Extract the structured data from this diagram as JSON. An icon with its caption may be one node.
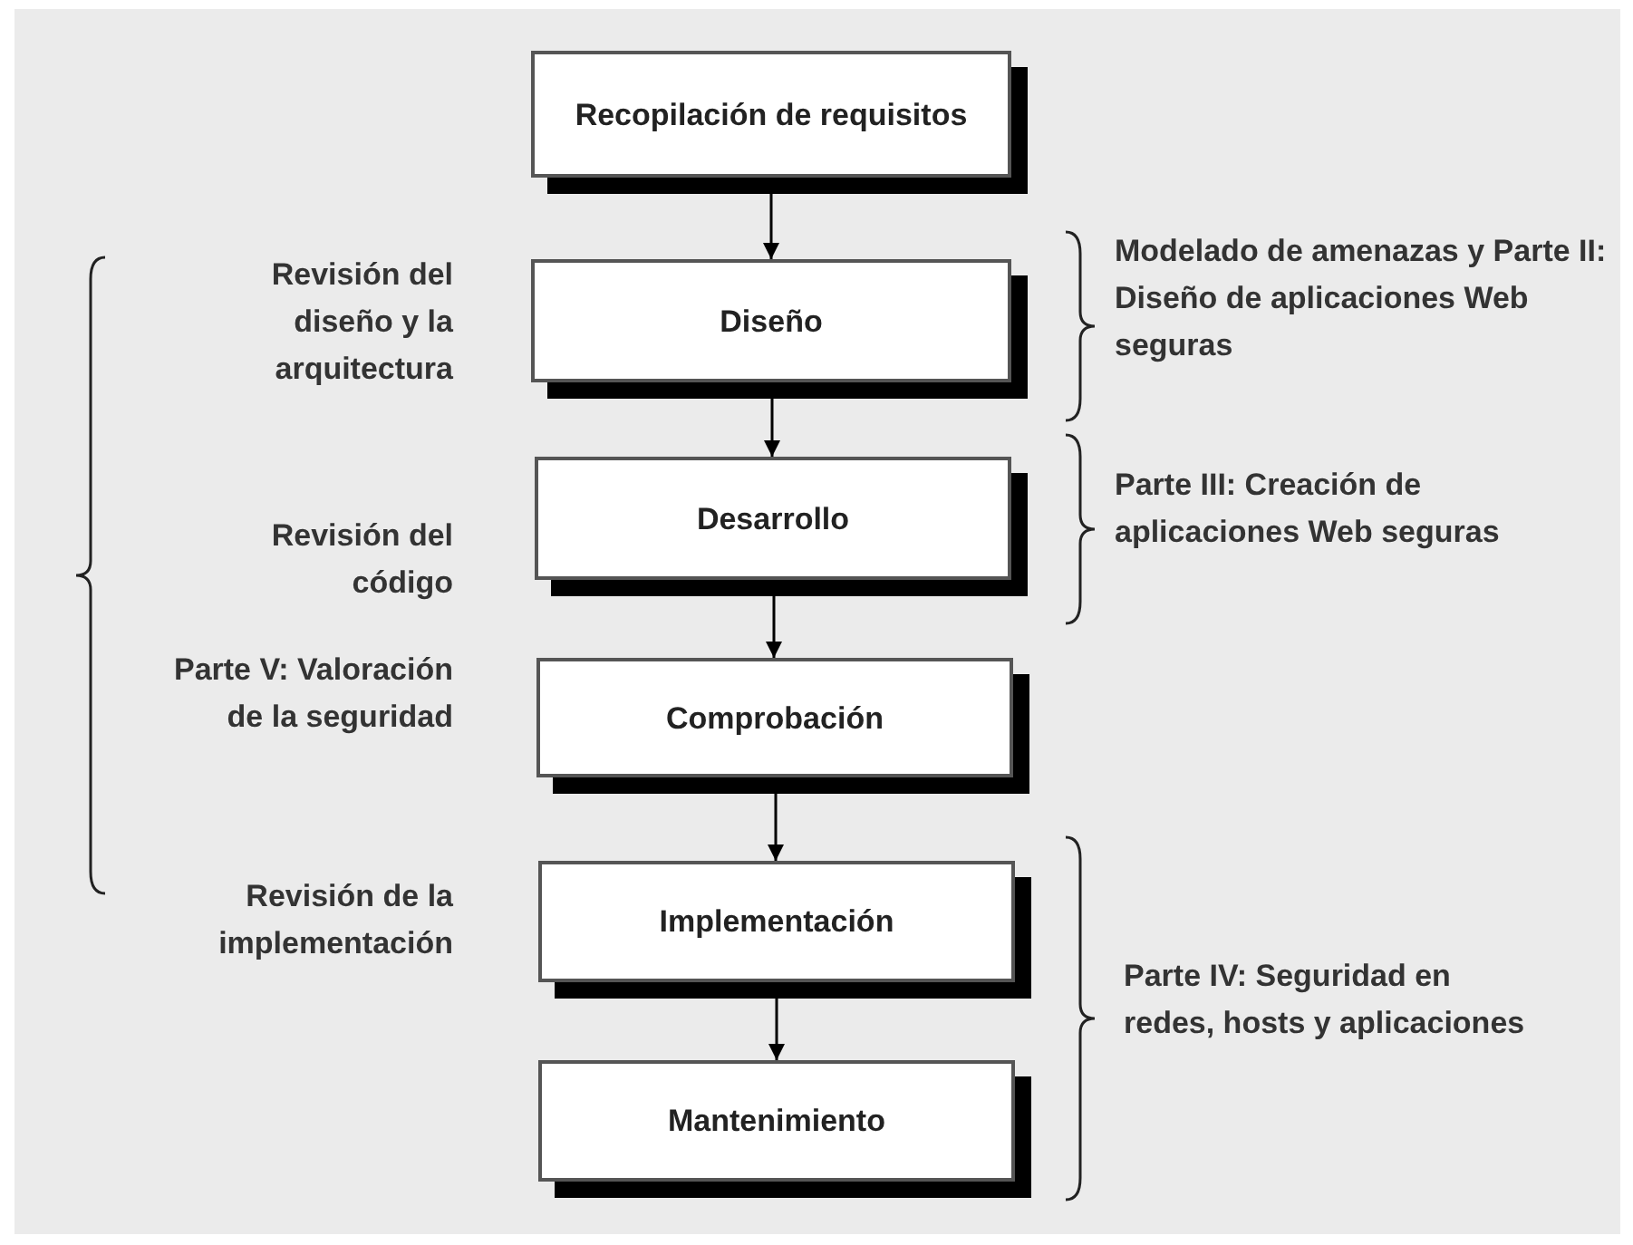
{
  "diagram": {
    "nodes": [
      {
        "text": [
          "Recopilación de requisitos"
        ]
      },
      {
        "text": [
          "Diseño"
        ]
      },
      {
        "text": [
          "Desarrollo"
        ]
      },
      {
        "text": [
          "Comprobación"
        ]
      },
      {
        "text": [
          "Implementación"
        ]
      },
      {
        "text": [
          "Mantenimiento"
        ]
      }
    ],
    "edges": [
      {
        "from": 0,
        "to": 1,
        "arrow": "to"
      },
      {
        "from": 1,
        "to": 2,
        "arrow": "to"
      },
      {
        "from": 2,
        "to": 3,
        "arrow": "to"
      },
      {
        "from": 3,
        "to": 4,
        "arrow": "to"
      },
      {
        "from": 4,
        "to": 5,
        "arrow": "to"
      }
    ],
    "labels": [
      "Revisión del diseño y la arquitectura",
      "Modelado de amenazas y Parte II: Diseño de aplicaciones Web seguras",
      "Parte III: Creación de aplicaciones Web seguras",
      "Revisión del código",
      "Parte V: Valoración de la seguridad",
      "Revisión de la implementación",
      "Parte IV: Seguridad en redes, hosts y aplicaciones"
    ]
  }
}
